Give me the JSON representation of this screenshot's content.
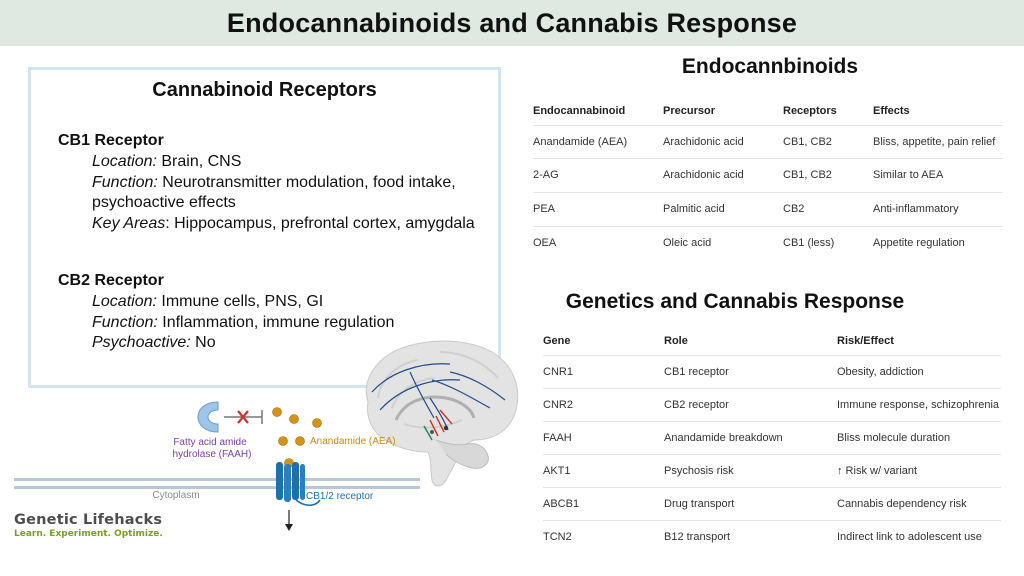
{
  "header": {
    "title": "Endocannabinoids and Cannabis Response"
  },
  "receptors": {
    "title": "Cannabinoid Receptors",
    "cb1": {
      "name": "CB1 Receptor",
      "location_label": "Location:",
      "location_value": " Brain, CNS",
      "function_label": "Function:",
      "function_value": " Neurotransmitter modulation, food intake, psychoactive effects",
      "areas_label": "Key Areas",
      "areas_value": ": Hippocampus, prefrontal cortex, amygdala"
    },
    "cb2": {
      "name": "CB2 Receptor",
      "location_label": "Location:",
      "location_value": " Immune cells, PNS, GI",
      "function_label": "Function:",
      "function_value": " Inflammation, immune regulation",
      "psycho_label": "Psychoactive:",
      "psycho_value": " No"
    }
  },
  "endo_table": {
    "title": "Endocannbinoids",
    "headers": [
      "Endocannabinoid",
      "Precursor",
      "Receptors",
      "Effects"
    ],
    "rows": [
      [
        "Anandamide (AEA)",
        "Arachidonic acid",
        "CB1, CB2",
        "Bliss, appetite, pain relief"
      ],
      [
        "2-AG",
        "Arachidonic acid",
        "CB1, CB2",
        "Similar to AEA"
      ],
      [
        "PEA",
        "Palmitic acid",
        "CB2",
        "Anti-inflammatory"
      ],
      [
        "OEA",
        "Oleic acid",
        "CB1 (less)",
        "Appetite regulation"
      ]
    ]
  },
  "gene_table": {
    "title": "Genetics and Cannabis Response",
    "headers": [
      "Gene",
      "Role",
      "Risk/Effect"
    ],
    "rows": [
      [
        "CNR1",
        "CB1 receptor",
        "Obesity, addiction"
      ],
      [
        "CNR2",
        "CB2 receptor",
        "Immune response, schizophrenia"
      ],
      [
        "FAAH",
        "Anandamide breakdown",
        "Bliss molecule duration"
      ],
      [
        "AKT1",
        "Psychosis risk",
        "↑ Risk w/ variant"
      ],
      [
        "ABCB1",
        "Drug transport",
        "Cannabis dependency risk"
      ],
      [
        "TCN2",
        "B12 transport",
        "Indirect link to adolescent use"
      ]
    ]
  },
  "diagram": {
    "faah_label_1": "Fatty acid amide",
    "faah_label_2": "hydrolase (FAAH)",
    "aea_label": "Anandamide (AEA)",
    "cytoplasm_label": "Cytoplasm",
    "receptor_label": "CB1/2 receptor",
    "colors": {
      "faah": "#7c3fa0",
      "aea": "#c98a11",
      "receptor": "#1f6fa8",
      "membrane": "#b8c8da",
      "inhibit": "#d0312d"
    }
  },
  "logo": {
    "name": "Genetic Lifehacks",
    "tagline": "Learn. Experiment. Optimize."
  }
}
